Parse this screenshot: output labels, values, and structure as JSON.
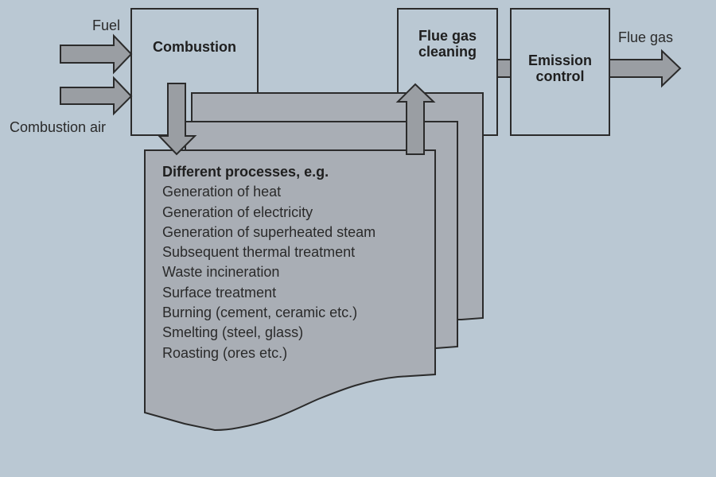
{
  "diagram": {
    "inputs": {
      "fuel": "Fuel",
      "air": "Combustion air"
    },
    "boxes": {
      "combustion": "Combustion",
      "flue_gas_cleaning": [
        "Flue gas",
        "cleaning"
      ],
      "emission_control": [
        "Emission",
        "control"
      ]
    },
    "output": "Flue gas",
    "processes": {
      "heading": "Different processes, e.g.",
      "items": [
        "Generation of heat",
        "Generation of electricity",
        "Generation of superheated steam",
        "Subsequent thermal treatment",
        "Waste incineration",
        "Surface treatment",
        "Burning (cement, ceramic etc.)",
        "Smelting (steel, glass)",
        "Roasting (ores etc.)"
      ]
    },
    "colors": {
      "background": "#bac8d3",
      "page_fill": "#a9aeb5",
      "arrow_fill": "#9a9ea3",
      "stroke": "#2b2b2b"
    }
  }
}
